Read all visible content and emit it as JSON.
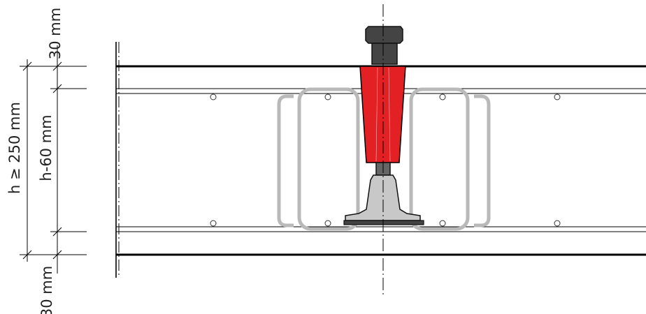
{
  "dimensions": {
    "top_cover": "30 mm",
    "inner_height": "h-60 mm",
    "total_height": "h ≥ 250 mm",
    "bottom_cover": "30 mm"
  },
  "colors": {
    "line": "#000000",
    "insert_red": "#e32024",
    "stirrup_gray": "#b9b9b9",
    "dark_bolt": "#444444",
    "foot_gray": "#c8c8c8"
  }
}
